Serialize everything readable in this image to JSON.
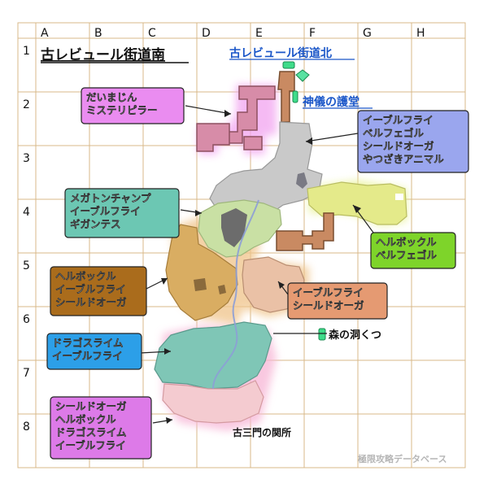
{
  "title": "古レビュール街道南",
  "grid": {
    "columns": [
      "A",
      "B",
      "C",
      "D",
      "E",
      "F",
      "G",
      "H"
    ],
    "rows": [
      "1",
      "2",
      "3",
      "4",
      "5",
      "6",
      "7",
      "8"
    ]
  },
  "links": {
    "north": "古レビュール街道北",
    "shrine": "神儀の護堂"
  },
  "places": {
    "cave": "森の洞くつ",
    "gate": "古三門の関所"
  },
  "watermark": "極限攻略データベース",
  "monster_boxes": [
    {
      "id": "box-pink",
      "lines": [
        "だいまじん",
        "ミステリピラー"
      ],
      "color": "#ea8cf0"
    },
    {
      "id": "box-blue",
      "lines": [
        "イーブルフライ",
        "ベルフェゴル",
        "シールドオーガ",
        "やつざきアニマル"
      ],
      "color": "#9aa6ee"
    },
    {
      "id": "box-teal",
      "lines": [
        "メガトンチャンプ",
        "イーブルフライ",
        "ギガンテス"
      ],
      "color": "#6cc7b3"
    },
    {
      "id": "box-green",
      "lines": [
        "ヘルボックル",
        "ベルフェゴル"
      ],
      "color": "#7ed42a"
    },
    {
      "id": "box-brown",
      "lines": [
        "ヘルボックル",
        "イーブルフライ",
        "シールドオーガ"
      ],
      "color": "#aa6c1c"
    },
    {
      "id": "box-salmon",
      "lines": [
        "イーブルフライ",
        "シールドオーガ"
      ],
      "color": "#e59a72"
    },
    {
      "id": "box-sky",
      "lines": [
        "ドラゴスライム",
        "イーブルフライ"
      ],
      "color": "#2c9fe8"
    },
    {
      "id": "box-violet",
      "lines": [
        "シールドオーガ",
        "ヘルボックル",
        "ドラゴスライム",
        "イーブルフライ"
      ],
      "color": "#dd7ae8"
    }
  ]
}
